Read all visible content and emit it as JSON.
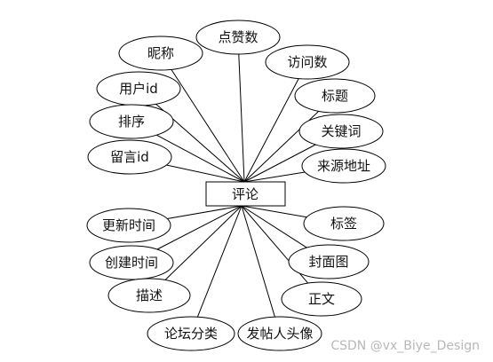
{
  "entity": "评论",
  "attributes": [
    "点赞数",
    "昵称",
    "访问数",
    "用户id",
    "标题",
    "排序",
    "关键词",
    "留言id",
    "来源地址",
    "更新时间",
    "标签",
    "创建时间",
    "封面图",
    "描述",
    "正文",
    "论坛分类",
    "发帖人头像"
  ],
  "watermark": "CSDN @vx_Biye_Design"
}
